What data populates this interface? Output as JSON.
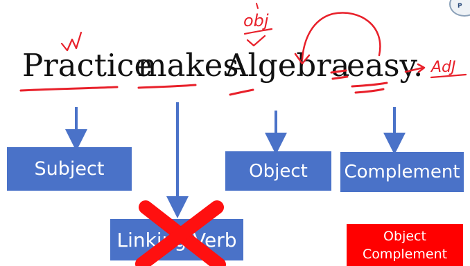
{
  "sentence": {
    "word1": "Practice",
    "word2": "makes",
    "word3": "Algebra",
    "word4": "easy."
  },
  "annotations": {
    "check_mark": "W",
    "obj_note": "obj",
    "adj_note": "AdJ"
  },
  "boxes": {
    "subject": "Subject",
    "linking_verb": "Linking Verb",
    "object": "Object",
    "complement": "Complement",
    "object_complement_line1": "Object",
    "object_complement_line2": "Complement"
  },
  "colors": {
    "box_blue": "#4a72c8",
    "box_red": "#ff0000",
    "ink_red": "#e8202a",
    "arrow_blue": "#4a72c8"
  },
  "logo": {
    "fragment": "P"
  }
}
